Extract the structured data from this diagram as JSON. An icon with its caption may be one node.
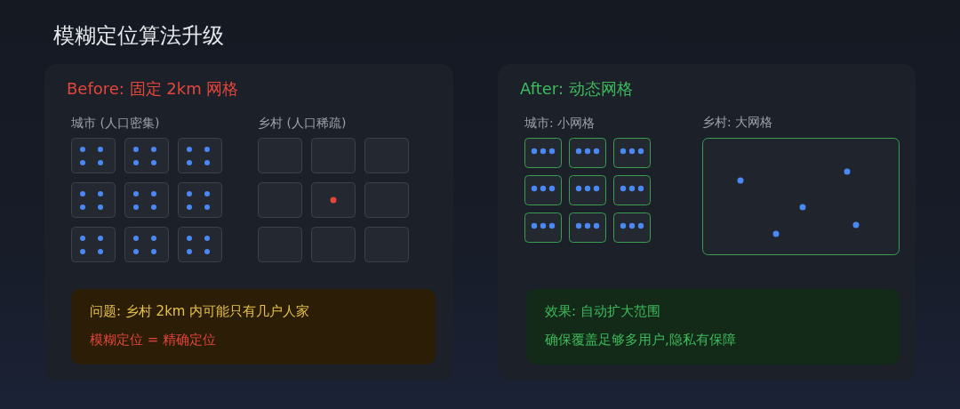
{
  "diagram": {
    "title": "模糊定位算法升级",
    "nodes": [
      {
        "text": [
          "Before: 固定 2km 网格"
        ]
      },
      {
        "text": [
          "问题: 乡村 2km 内可能只有几户人家",
          "模糊定位 = 精确定位"
        ],
        "in": 0
      },
      {
        "text": [
          "After: 动态网格"
        ]
      },
      {
        "text": [
          "乡村: 大网格"
        ],
        "in": 2
      },
      {
        "text": [
          "效果: 自动扩大范围",
          "确保覆盖足够多用户,隐私有保障"
        ],
        "in": 2
      }
    ],
    "labels": [
      "城市 (人口密集)",
      "乡村 (人口稀疏)",
      "城市: 小网格"
    ]
  }
}
